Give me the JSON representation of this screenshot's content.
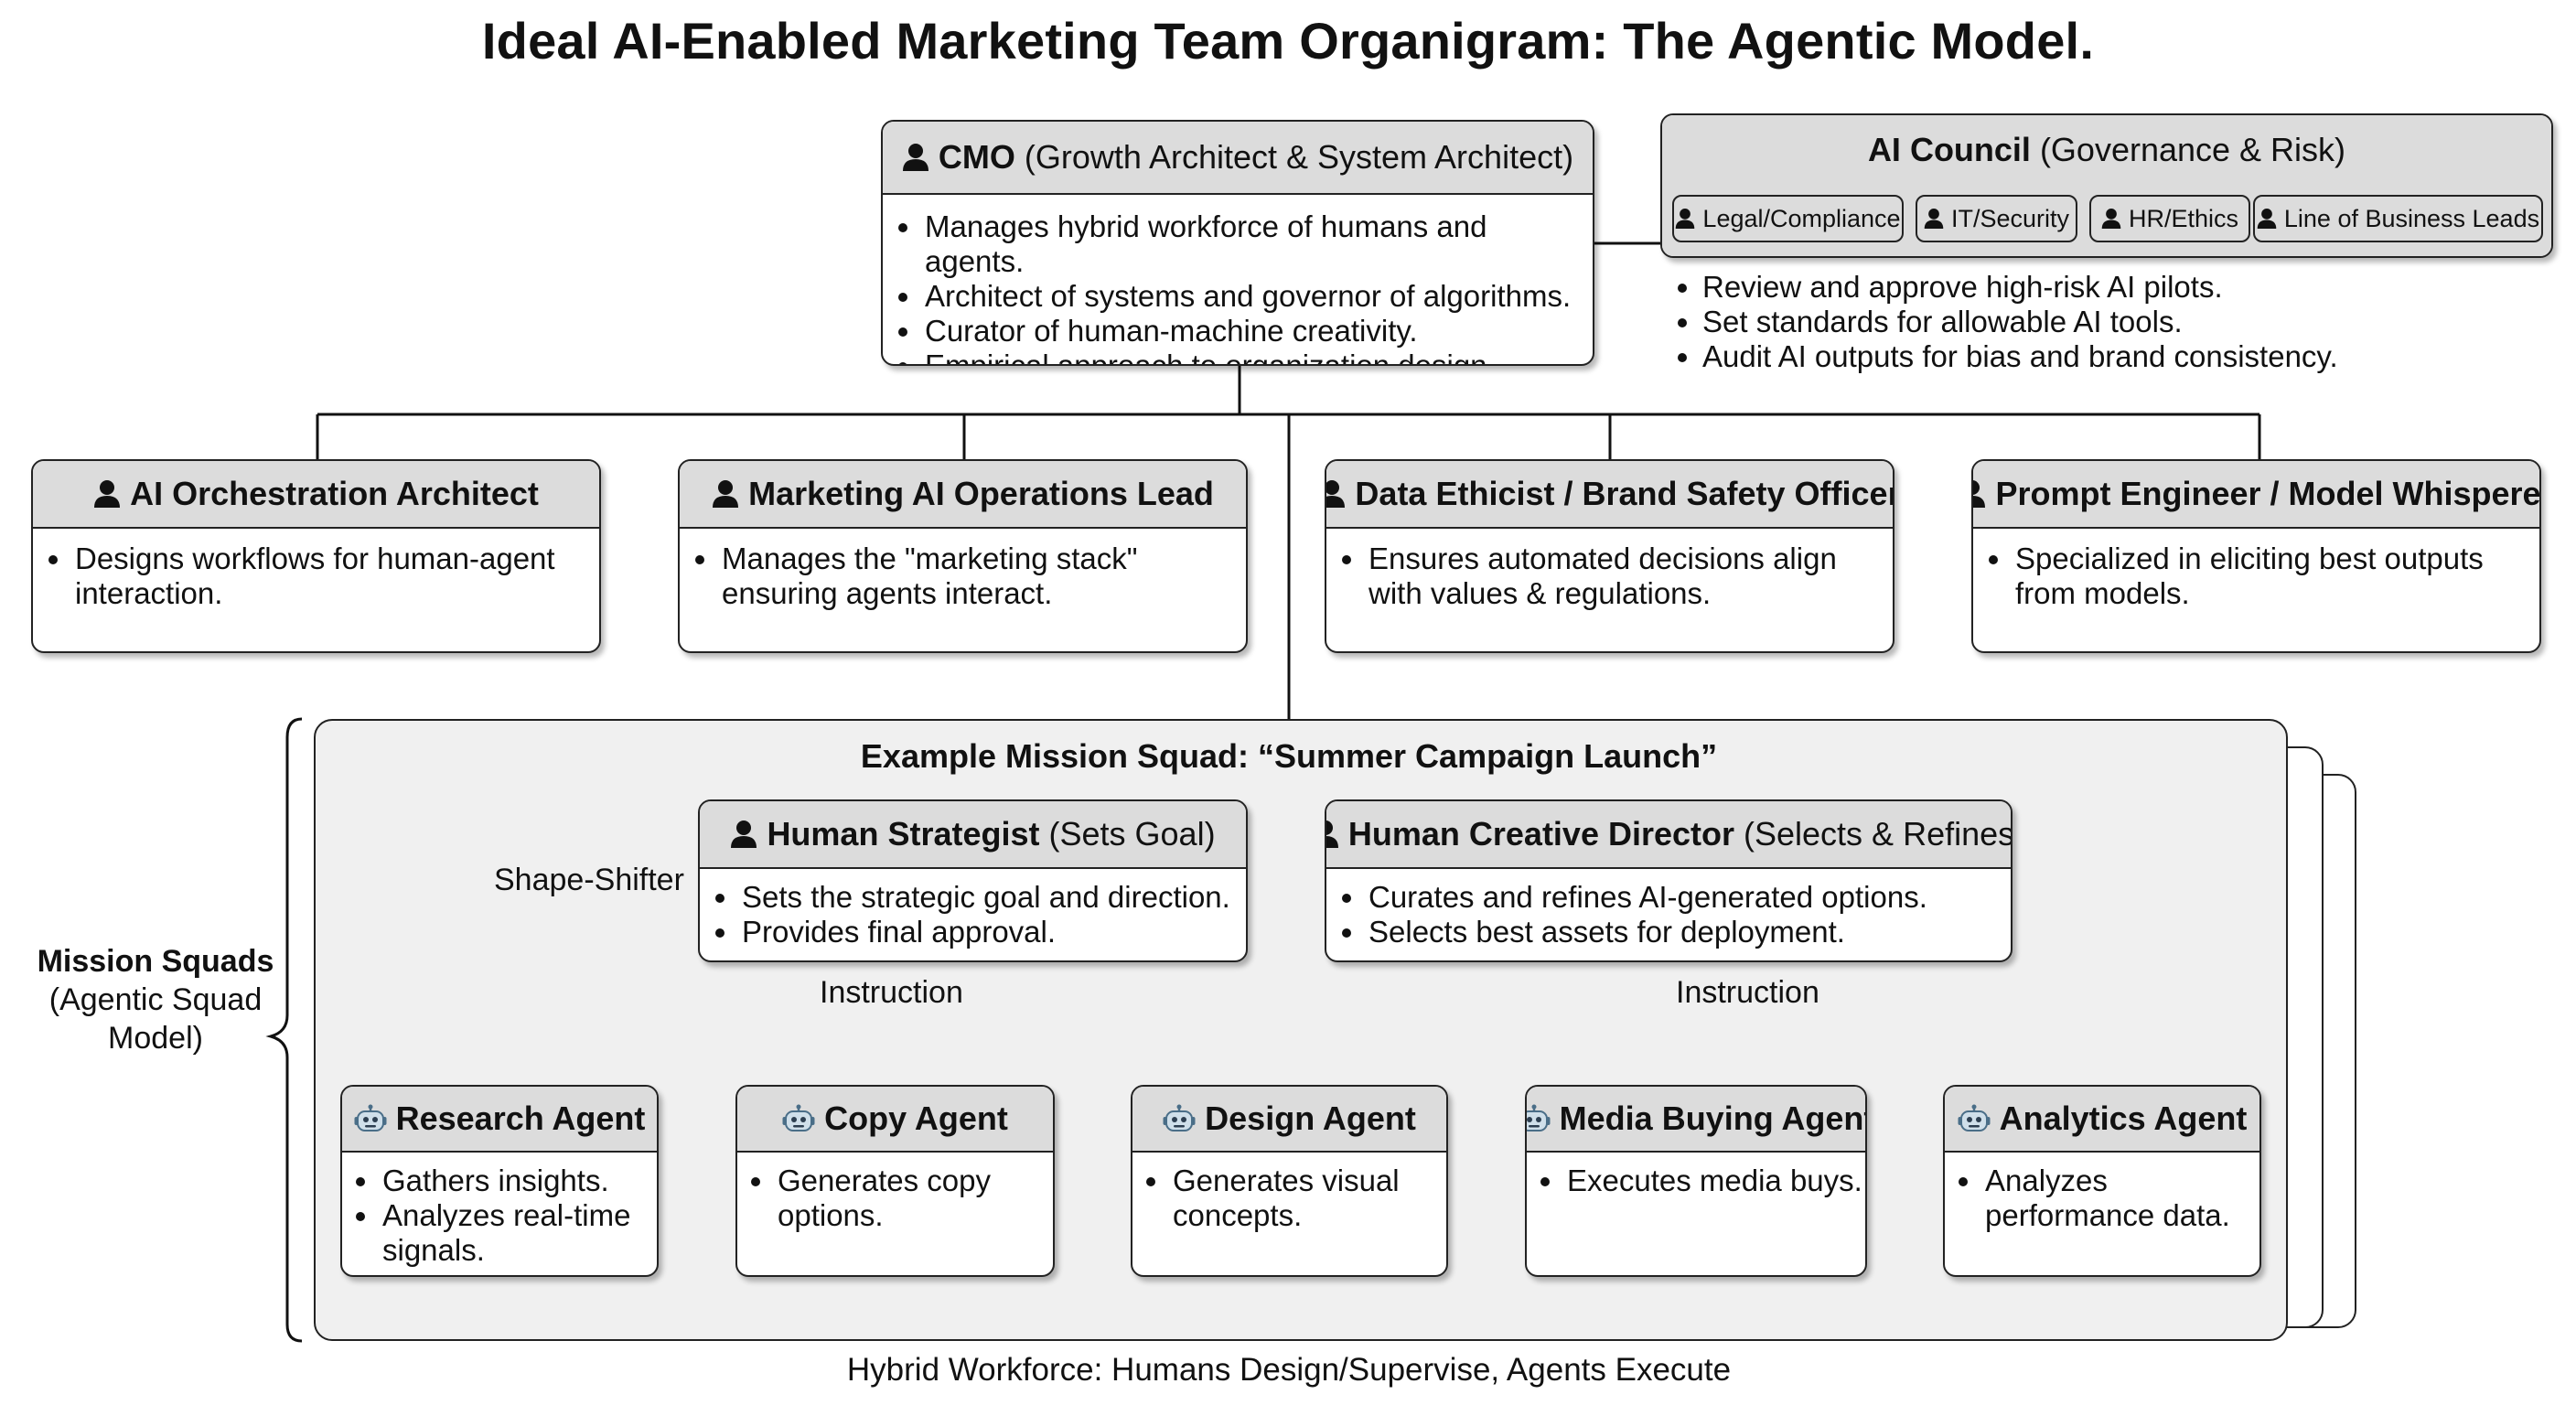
{
  "title": "Ideal AI-Enabled Marketing Team Organigram: The Agentic Model.",
  "cmo": {
    "role": "CMO",
    "qualifier": "(Growth Architect & System Architect)",
    "bullets": [
      "Manages hybrid workforce of humans and agents.",
      "Architect of systems and governor of algorithms.",
      "Curator of human-machine creativity.",
      "Empirical approach to organization design."
    ]
  },
  "ai_council": {
    "name": "AI Council",
    "qualifier": "(Governance & Risk)",
    "members": [
      "Legal/Compliance",
      "IT/Security",
      "HR/Ethics",
      "Line of Business Leads"
    ],
    "bullets": [
      "Review and approve high-risk AI pilots.",
      "Set standards for allowable AI tools.",
      "Audit AI outputs for bias and brand consistency."
    ]
  },
  "roles": [
    {
      "title": "AI Orchestration Architect",
      "desc": "Designs workflows for human-agent interaction."
    },
    {
      "title": "Marketing AI Operations Lead",
      "desc": "Manages the \"marketing stack\" ensuring agents interact."
    },
    {
      "title": "Data Ethicist / Brand Safety Officer",
      "desc": "Ensures automated decisions align with values & regulations."
    },
    {
      "title": "Prompt Engineer / Model Whisperer",
      "desc": "Specialized in eliciting best outputs from models."
    }
  ],
  "mission_squads_label": [
    "Mission Squads",
    "(Agentic Squad",
    "Model)"
  ],
  "squad": {
    "title": "Example Mission Squad: “Summer Campaign Launch”",
    "shape_shifter": "Shape-Shifter",
    "strategist": {
      "name": "Human Strategist",
      "qualifier": "(Sets Goal)",
      "bullets": [
        "Sets the strategic goal and direction.",
        "Provides final approval."
      ]
    },
    "creative_director": {
      "name": "Human Creative Director",
      "qualifier": "(Selects & Refines)",
      "bullets": [
        "Curates and refines AI-generated options.",
        "Selects best assets for deployment."
      ]
    },
    "instruction_left": "Instruction",
    "instruction_right": "Instruction",
    "agents": [
      {
        "name": "Research Agent",
        "bullets": [
          "Gathers insights.",
          "Analyzes real-time signals."
        ]
      },
      {
        "name": "Copy Agent",
        "bullets": [
          "Generates copy options."
        ]
      },
      {
        "name": "Design Agent",
        "bullets": [
          "Generates visual concepts."
        ]
      },
      {
        "name": "Media Buying Agent",
        "bullets": [
          "Executes media buys."
        ]
      },
      {
        "name": "Analytics Agent",
        "bullets": [
          "Analyzes performance data."
        ]
      }
    ]
  },
  "footer": "Hybrid Workforce: Humans Design/Supervise, Agents Execute"
}
